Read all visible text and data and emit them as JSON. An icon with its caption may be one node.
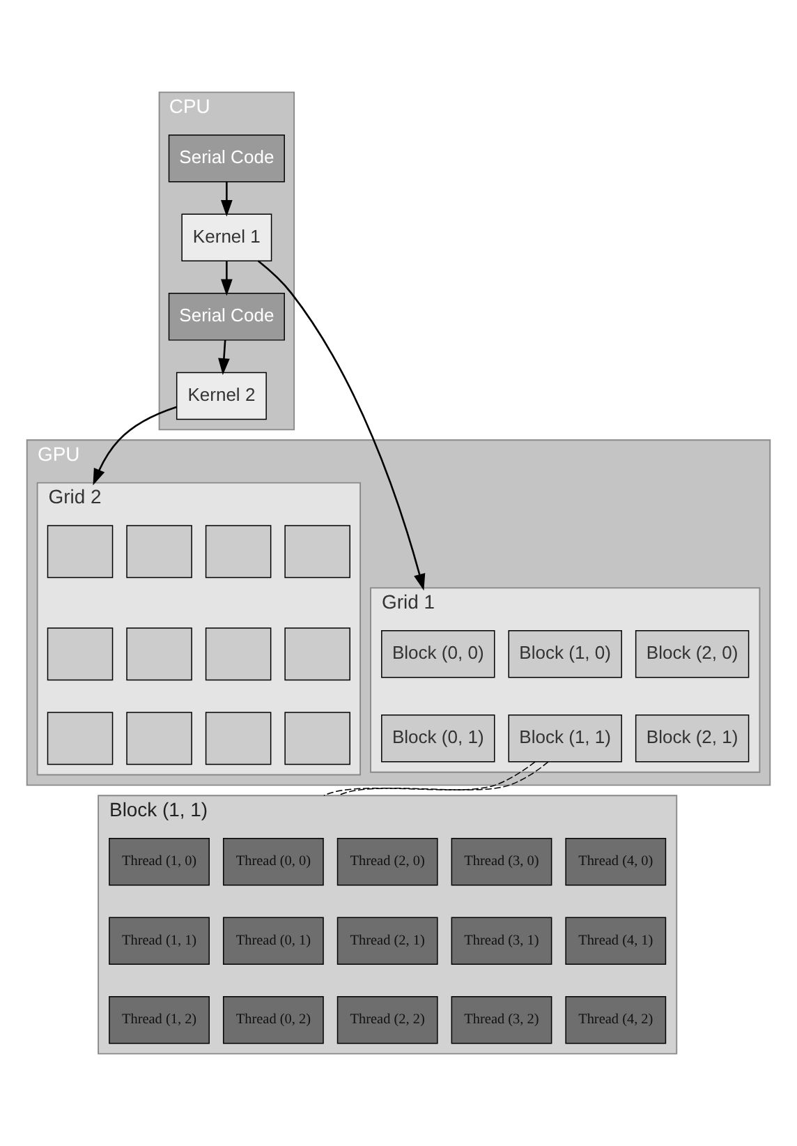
{
  "diagram": {
    "nodes": [
      {
        "text": [
          "CPU"
        ]
      },
      {
        "text": [
          "Serial Code"
        ],
        "in": 0
      },
      {
        "text": [
          "Kernel 1"
        ],
        "in": 0
      },
      {
        "text": [
          "Serial Code"
        ],
        "in": 0
      },
      {
        "text": [
          "Kernel 2"
        ],
        "in": 0
      },
      {
        "text": [
          "GPU"
        ]
      },
      {
        "text": [
          "Grid 1"
        ],
        "in": 5
      },
      {
        "text": [
          "Block (0, 0)"
        ],
        "in": 6
      },
      {
        "text": [
          "Block (1, 0)"
        ],
        "in": 6
      },
      {
        "text": [
          "Block (2, 0)"
        ],
        "in": 6
      },
      {
        "text": [
          "Block (0, 1)"
        ],
        "in": 6
      },
      {
        "text": [
          "Block (1, 1)"
        ],
        "in": 6
      },
      {
        "text": [
          "Block (2, 1)"
        ],
        "in": 6
      },
      {
        "text": [
          "Grid 2"
        ],
        "in": 5
      },
      {
        "text": [],
        "shape": "box",
        "in": 13
      },
      {
        "text": [],
        "shape": "box",
        "in": 13
      },
      {
        "text": [],
        "shape": "box",
        "in": 13
      },
      {
        "text": [],
        "shape": "box",
        "in": 13
      },
      {
        "text": [],
        "shape": "box",
        "in": 13
      },
      {
        "text": [],
        "shape": "box",
        "in": 13
      },
      {
        "text": [],
        "shape": "box",
        "in": 13
      },
      {
        "text": [],
        "shape": "box",
        "in": 13
      },
      {
        "text": [],
        "shape": "box",
        "in": 13
      },
      {
        "text": [],
        "shape": "box",
        "in": 13
      },
      {
        "text": [],
        "shape": "box",
        "in": 13
      },
      {
        "text": [],
        "shape": "box",
        "in": 13
      },
      {
        "text": [
          "Block (1, 1)"
        ]
      },
      {
        "text": [
          "Thread (0, 0)"
        ],
        "in": 26
      },
      {
        "text": [
          "Thread (1, 0)"
        ],
        "in": 26
      },
      {
        "text": [
          "Thread (2, 0)"
        ],
        "in": 26
      },
      {
        "text": [
          "Thread (3, 0)"
        ],
        "in": 26
      },
      {
        "text": [
          "Thread (4, 0)"
        ],
        "in": 26
      },
      {
        "text": [
          "Thread (0, 1)"
        ],
        "in": 26
      },
      {
        "text": [
          "Thread (1, 1)"
        ],
        "in": 26
      },
      {
        "text": [
          "Thread (2, 1)"
        ],
        "in": 26
      },
      {
        "text": [
          "Thread (3, 1)"
        ],
        "in": 26
      },
      {
        "text": [
          "Thread (4, 1)"
        ],
        "in": 26
      },
      {
        "text": [
          "Thread (0, 2)"
        ],
        "in": 26
      },
      {
        "text": [
          "Thread (1, 2)"
        ],
        "in": 26
      },
      {
        "text": [
          "Thread (2, 2)"
        ],
        "in": 26
      },
      {
        "text": [
          "Thread (3, 2)"
        ],
        "in": 26
      },
      {
        "text": [
          "Thread (4, 2)"
        ],
        "in": 26
      }
    ],
    "edges": [
      {
        "from": 1,
        "to": 2,
        "arrow": "to"
      },
      {
        "from": 2,
        "to": 3,
        "arrow": "to"
      },
      {
        "from": 3,
        "to": 4,
        "arrow": "to"
      },
      {
        "from": 2,
        "to": 6,
        "arrow": "to"
      },
      {
        "from": 4,
        "to": 13,
        "arrow": "to"
      },
      {
        "from": 11,
        "to": 26,
        "arrow": "none",
        "style": "dashed"
      },
      {
        "from": 11,
        "to": 26,
        "arrow": "none",
        "style": "dashed"
      }
    ]
  }
}
